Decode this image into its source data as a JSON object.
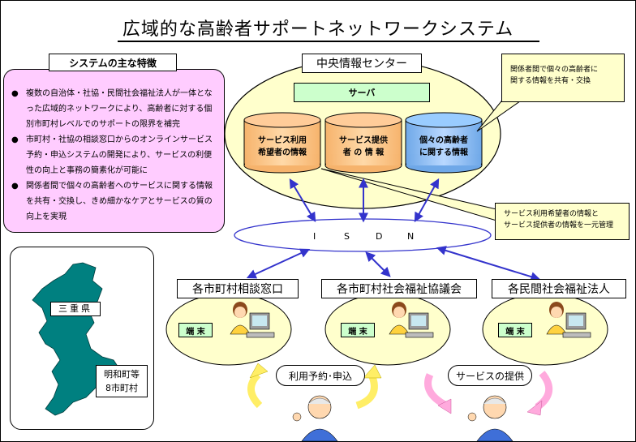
{
  "title": "広域的な高齢者サポートネットワークシステム",
  "features": {
    "heading": "システムの主な特徴",
    "bullet": "●",
    "items": [
      "複数の自治体・社協・民間社会福祉法人が一体となった広域的ネットワークにより、高齢者に対する個別市町村レベルでのサポートの限界を補完",
      "市町村・社協の相談窓口からのオンラインサービス予約・申込システムの開発により、サービスの利便性の向上と事務の簡素化が可能に",
      "関係者間で個々の高齢者へのサービスに関する情報を共有・交換し、きめ細かなケアとサービスの質の向上を実現"
    ]
  },
  "map": {
    "prefecture": "三重県",
    "towns": [
      "明和町等",
      "8市町村"
    ]
  },
  "center": {
    "label": "中央情報センター",
    "server": "サーバ",
    "databases": [
      {
        "line1": "サービス利用",
        "line2": "希望者の情報"
      },
      {
        "line1": "サービス提供",
        "line2": "者 の 情 報"
      },
      {
        "line1": "個々の高齢者",
        "line2": "に関する情報"
      }
    ]
  },
  "notes": {
    "top": [
      "関係者間で個々の高齢者に",
      "関する情報を共有・交換"
    ],
    "mid": [
      "サービス利用希望者の情報と",
      "サービス提供者の情報を一元管理"
    ]
  },
  "network": {
    "letters": [
      "I",
      "S",
      "D",
      "N"
    ]
  },
  "organizations": [
    {
      "label": "各市町村相談窓口",
      "terminal": "端 末"
    },
    {
      "label": "各市町村社会福祉協議会",
      "terminal": "端 末"
    },
    {
      "label": "各民間社会福祉法人",
      "terminal": "端 末"
    }
  ],
  "actions": {
    "left": "利用予約･申込",
    "right": "サービスの提供"
  },
  "colors": {
    "pink": "#ffccff",
    "orange_db": "#ffcc99",
    "blue_db": "#99ccff",
    "server_green": "#ccffcc",
    "note_yellow": "#ffffcc",
    "ellipse_yellow": "#ffffcc",
    "map_green": "#008080",
    "arrow_blue": "#3333cc"
  }
}
